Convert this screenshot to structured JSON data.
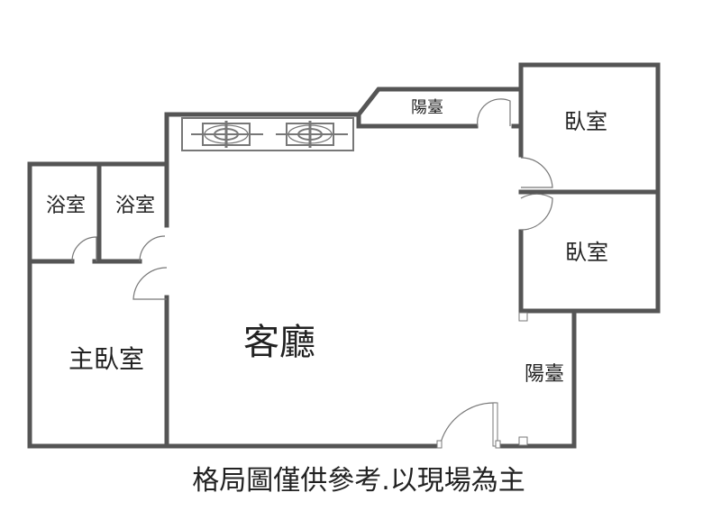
{
  "rooms": {
    "bath_left": "浴室",
    "bath_right": "浴室",
    "master_bedroom": "主臥室",
    "living_room": "客廳",
    "bedroom_top": "臥室",
    "bedroom_bottom": "臥室",
    "balcony_top": "陽臺",
    "balcony_right": "陽臺"
  },
  "disclaimer": "格局圖僅供參考.以現場為主",
  "colors": {
    "wall": "#555555",
    "text": "#222222"
  }
}
